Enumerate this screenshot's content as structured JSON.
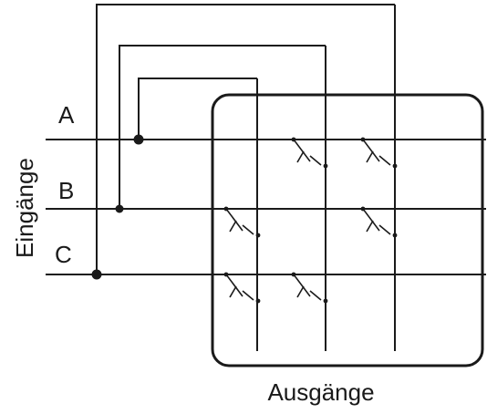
{
  "inputs_title": "Eingänge",
  "outputs_title": "Ausgänge",
  "inputs": [
    "A",
    "B",
    "C"
  ],
  "outputs_count": 3,
  "switch_symbol": "lambda-switch",
  "crosspoints": [
    {
      "input": "A",
      "output": 2
    },
    {
      "input": "A",
      "output": 3
    },
    {
      "input": "B",
      "output": 1
    },
    {
      "input": "B",
      "output": 3
    },
    {
      "input": "C",
      "output": 1
    },
    {
      "input": "C",
      "output": 2
    }
  ]
}
